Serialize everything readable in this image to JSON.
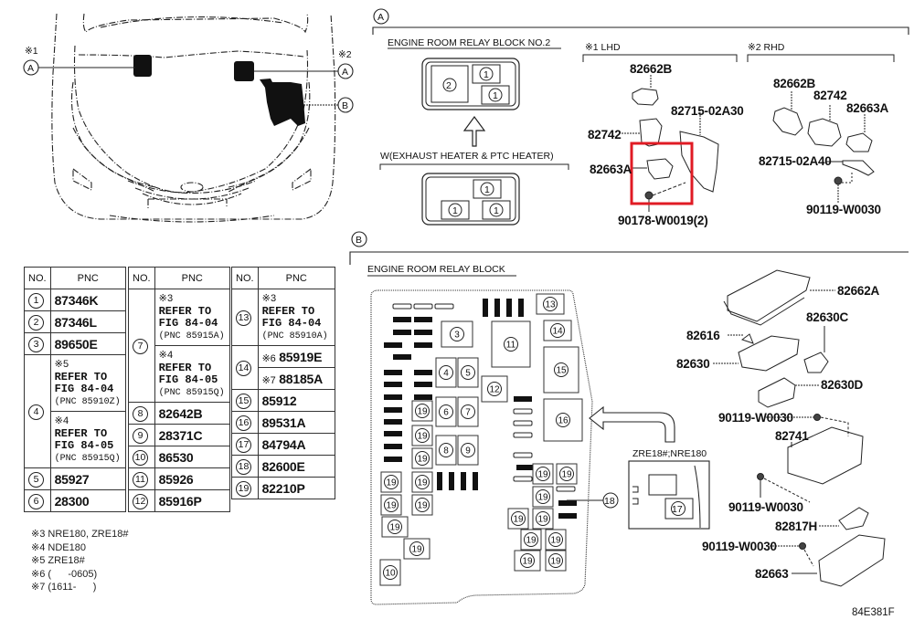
{
  "figure_code": "84E381F",
  "vehicle_view": {
    "markers": [
      {
        "note": "※1",
        "callout": "A"
      },
      {
        "note": "※2",
        "callout": "A"
      },
      {
        "note": "",
        "callout": "B"
      }
    ]
  },
  "section_a": {
    "callout": "A",
    "relay_block_no2": {
      "title": "ENGINE ROOM RELAY BLOCK NO.2",
      "slots": [
        "2",
        "1",
        "1"
      ],
      "variant_label": "W(EXHAUST HEATER & PTC HEATER)",
      "variant_slots": [
        "1",
        "1",
        "1"
      ]
    },
    "lhd": {
      "label": "※1 LHD",
      "parts": [
        "82662B",
        "82742",
        "82715-02A30",
        "82663A",
        "90178-W0019(2)"
      ],
      "highlight_color": "#e01b24"
    },
    "rhd": {
      "label": "※2 RHD",
      "parts": [
        "82662B",
        "82742",
        "82663A",
        "82715-02A40",
        "90119-W0030"
      ]
    }
  },
  "section_b": {
    "callout": "B",
    "relay_block": {
      "title": "ENGINE ROOM RELAY BLOCK",
      "slots": [
        "3",
        "4",
        "5",
        "6",
        "7",
        "8",
        "9",
        "10",
        "11",
        "12",
        "13",
        "14",
        "15",
        "16",
        "18",
        "19"
      ]
    },
    "sub_block": {
      "label": "ZRE18#;NRE180",
      "slots": [
        "17"
      ]
    },
    "parts": [
      "82662A",
      "82616",
      "82630C",
      "82630",
      "82630D",
      "90119-W0030",
      "82741",
      "90119-W0030",
      "82817H",
      "90119-W0030",
      "82663"
    ]
  },
  "parts_table": {
    "headers": {
      "no": "NO.",
      "pnc": "PNC"
    },
    "col1": [
      {
        "no": "1",
        "pnc": "87346K"
      },
      {
        "no": "2",
        "pnc": "87346L"
      },
      {
        "no": "3",
        "pnc": "89650E"
      },
      {
        "no": "4",
        "refs": [
          {
            "mark": "※5",
            "line1": "REFER TO",
            "line2": "FIG 84-04",
            "line3": "(PNC 85910Z)"
          },
          {
            "mark": "※4",
            "line1": "REFER TO",
            "line2": "FIG 84-05",
            "line3": "(PNC 85915Q)"
          }
        ]
      },
      {
        "no": "5",
        "pnc": "85927"
      },
      {
        "no": "6",
        "pnc": "28300"
      }
    ],
    "col2": [
      {
        "no": "7",
        "refs": [
          {
            "mark": "※3",
            "line1": "REFER TO",
            "line2": "FIG 84-04",
            "line3": "(PNC 85915A)"
          },
          {
            "mark": "※4",
            "line1": "REFER TO",
            "line2": "FIG 84-05",
            "line3": "(PNC 85915Q)"
          }
        ]
      },
      {
        "no": "8",
        "pnc": "82642B"
      },
      {
        "no": "9",
        "pnc": "28371C"
      },
      {
        "no": "10",
        "pnc": "86530"
      },
      {
        "no": "11",
        "pnc": "85926"
      },
      {
        "no": "12",
        "pnc": "85916P"
      }
    ],
    "col3": [
      {
        "no": "13",
        "refs": [
          {
            "mark": "※3",
            "line1": "REFER TO",
            "line2": "FIG 84-04",
            "line3": "(PNC 85910A)"
          }
        ]
      },
      {
        "no": "14",
        "variants": [
          {
            "mark": "※6",
            "pnc": "85919E"
          },
          {
            "mark": "※7",
            "pnc": "88185A"
          }
        ]
      },
      {
        "no": "15",
        "pnc": "85912"
      },
      {
        "no": "16",
        "pnc": "89531A"
      },
      {
        "no": "17",
        "pnc": "84794A"
      },
      {
        "no": "18",
        "pnc": "82600E"
      },
      {
        "no": "19",
        "pnc": "82210P"
      }
    ]
  },
  "footnotes": [
    "※3 NRE180, ZRE18#",
    "※4 NDE180",
    "※5 ZRE18#",
    "※6 (      -0605)",
    "※7 (1611-      )"
  ]
}
